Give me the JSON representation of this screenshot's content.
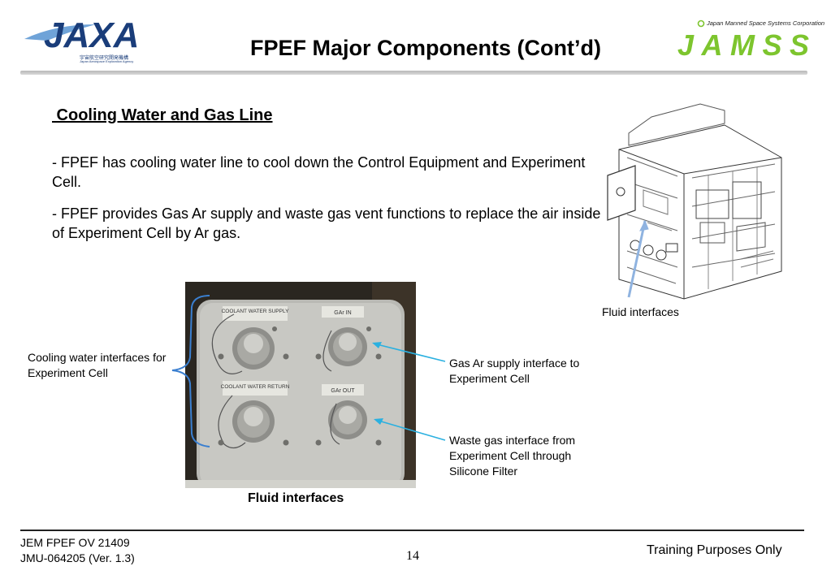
{
  "header": {
    "title": "FPEF Major Components (Cont’d)",
    "jaxa_logo": {
      "wordmark": "JAXA",
      "sub_jp": "宇宙航空研究開発機構",
      "sub_en": "Japan Aerospace Exploration Agency"
    },
    "jamss_logo": {
      "wordmark": "JAMSS",
      "corp_name": "Japan Manned Space Systems Corporation"
    }
  },
  "section": {
    "heading": " Cooling Water and Gas Line",
    "paragraphs": [
      " - FPEF has cooling water line to cool down the Control Equipment and Experiment Cell.",
      " - FPEF provides Gas Ar supply and waste gas vent functions to replace the air inside of Experiment Cell by Ar gas."
    ]
  },
  "equipment_figure": {
    "caption": "Fluid interfaces"
  },
  "photo_figure": {
    "caption": "Fluid interfaces",
    "panel_labels": [
      "COOLANT WATER SUPPLY",
      "GAr IN",
      "COOLANT WATER RETURN",
      "GAr OUT"
    ]
  },
  "callouts": {
    "cooling": "Cooling water interfaces for Experiment Cell",
    "gas_supply": "Gas Ar supply interface to Experiment Cell",
    "waste_gas": "Waste gas interface from Experiment Cell through Silicone Filter"
  },
  "footer": {
    "doc_line1": "JEM FPEF OV 21409",
    "doc_line2": "JMU-064205 (Ver. 1.3)",
    "page_number": "14",
    "notice": "Training Purposes Only"
  },
  "colors": {
    "jaxa_blue": "#1a3d7a",
    "jamss_green": "#7dc52e",
    "arrow_cyan": "#2ab0e0",
    "bracket_blue": "#3a7fd0"
  }
}
